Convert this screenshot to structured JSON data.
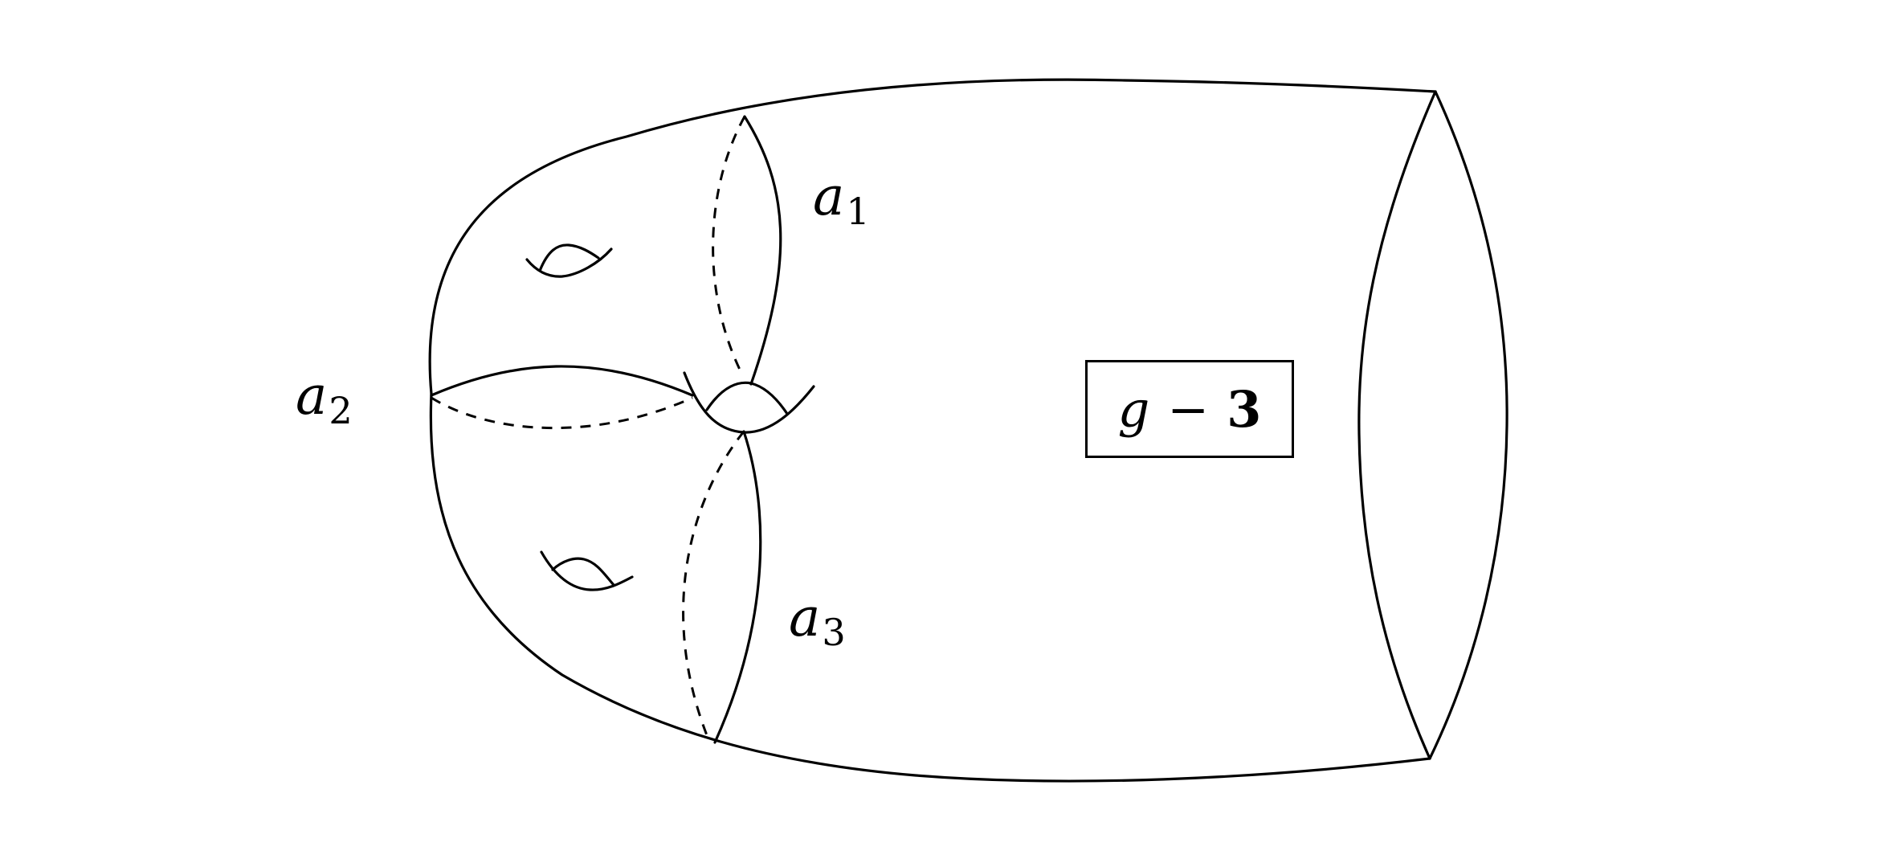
{
  "diagram": {
    "description": "Genus-g surface with boundary, three curves a1, a2, a3 meeting at a central handle, plus a box labeled g - 3",
    "labels": {
      "a1": {
        "base": "a",
        "sub": "1"
      },
      "a2": {
        "base": "a",
        "sub": "2"
      },
      "a3": {
        "base": "a",
        "sub": "3"
      }
    },
    "box": {
      "var": "g",
      "op": "−",
      "num": "3"
    },
    "colors": {
      "stroke": "#000000",
      "background": "#ffffff"
    }
  }
}
